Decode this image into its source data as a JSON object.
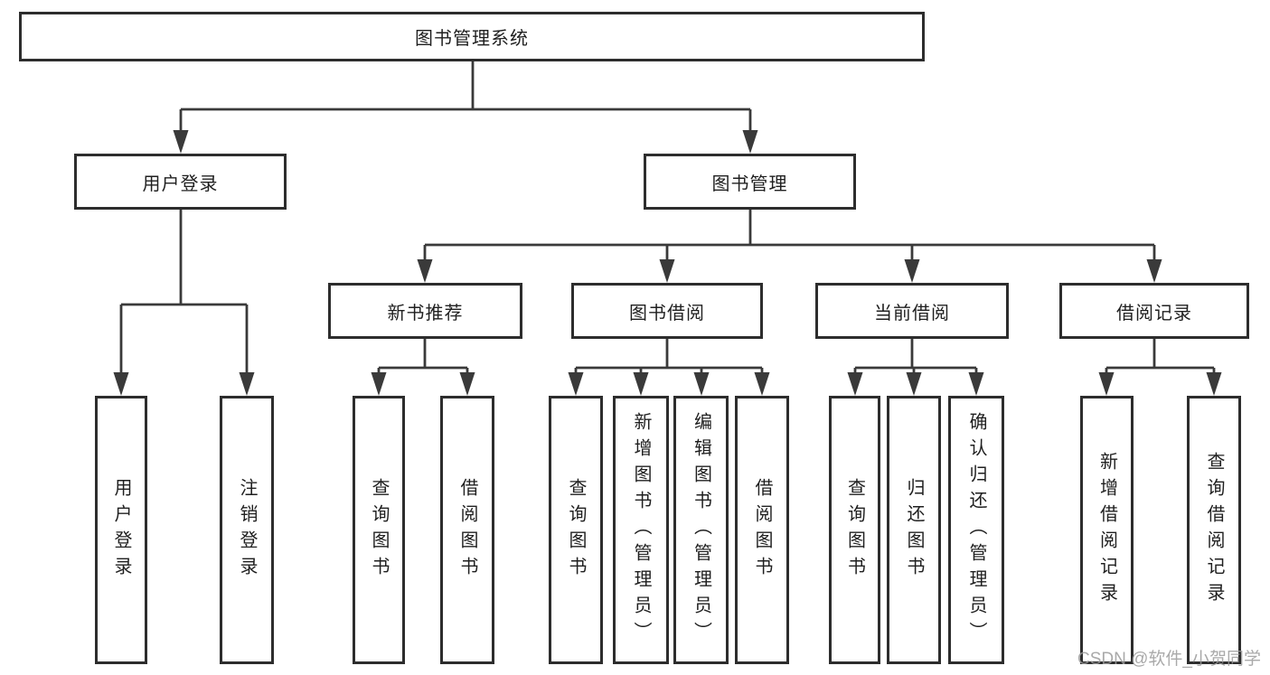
{
  "colors": {
    "line": "#3a3a3a",
    "border": "#2d2d2d",
    "text": "#1f1f1f",
    "watermark": "#9b9b9b",
    "background": "#ffffff"
  },
  "watermark": {
    "text": "CSDN @软件_小贺同学"
  },
  "tree": {
    "label": "图书管理系统",
    "children": [
      {
        "label": "用户登录",
        "children": [
          {
            "label": "用户登录"
          },
          {
            "label": "注销登录"
          }
        ]
      },
      {
        "label": "图书管理",
        "children": [
          {
            "label": "新书推荐",
            "children": [
              {
                "label": "查询图书"
              },
              {
                "label": "借阅图书"
              }
            ]
          },
          {
            "label": "图书借阅",
            "children": [
              {
                "label": "查询图书"
              },
              {
                "label": "新增图书（管理员）"
              },
              {
                "label": "编辑图书（管理员）"
              },
              {
                "label": "借阅图书"
              }
            ]
          },
          {
            "label": "当前借阅",
            "children": [
              {
                "label": "查询图书"
              },
              {
                "label": "归还图书"
              },
              {
                "label": "确认归还（管理员）"
              }
            ]
          },
          {
            "label": "借阅记录",
            "children": [
              {
                "label": "新增借阅记录"
              },
              {
                "label": "查询借阅记录"
              }
            ]
          }
        ]
      }
    ]
  }
}
